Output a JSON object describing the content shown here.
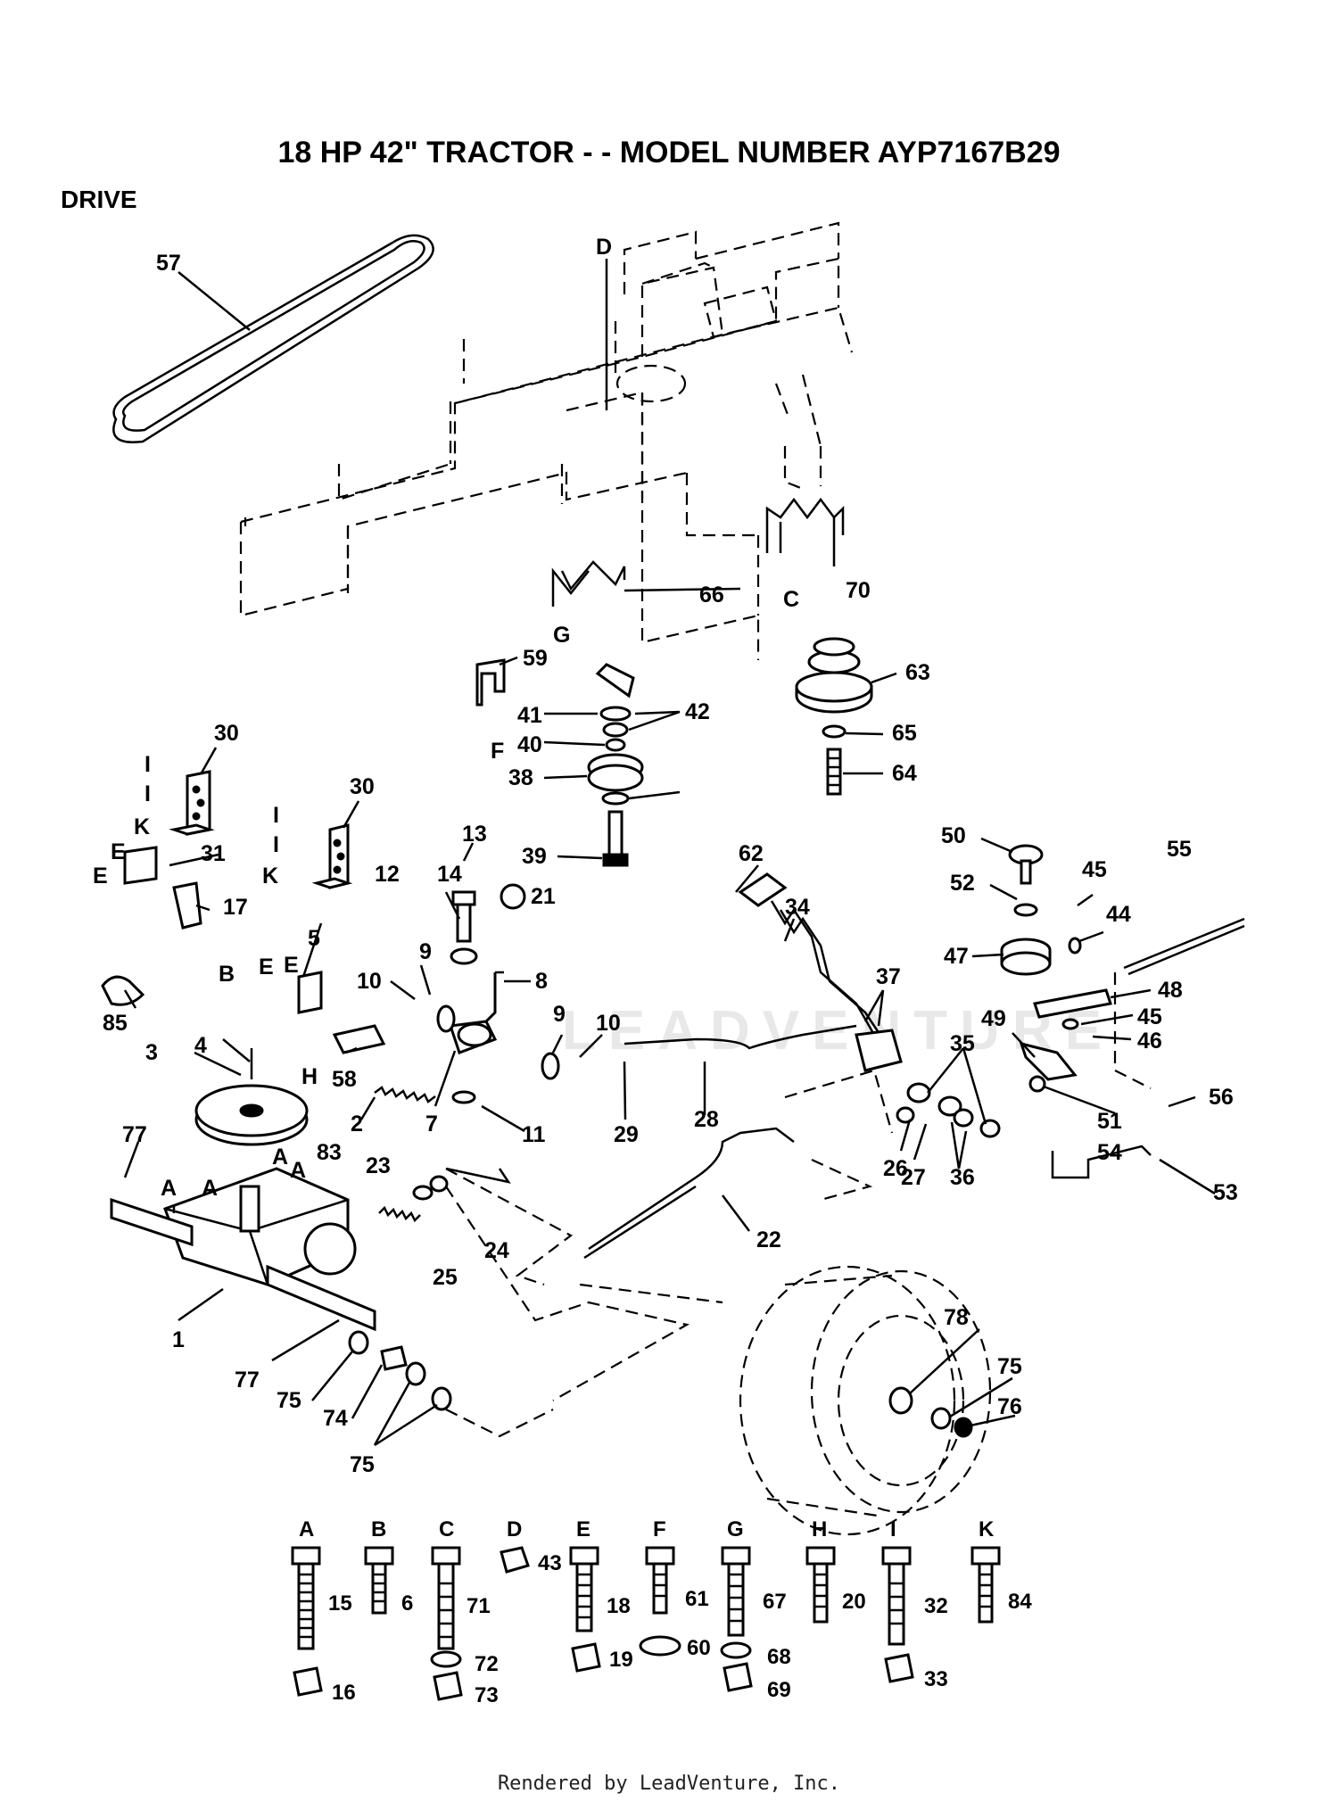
{
  "title": "18 HP 42\" TRACTOR - - MODEL NUMBER AYP7167B29",
  "section": "DRIVE",
  "watermark": "LEADVENTURE",
  "footer": "Rendered by LeadVenture, Inc.",
  "callouts": [
    "57",
    "D",
    "66",
    "G",
    "70",
    "C",
    "59",
    "F",
    "63",
    "65",
    "64",
    "41",
    "42",
    "40",
    "38",
    "39",
    "30",
    "30",
    "I",
    "I",
    "K",
    "I",
    "I",
    "K",
    "13",
    "14",
    "12",
    "21",
    "8",
    "10",
    "9",
    "9",
    "10",
    "31",
    "E",
    "E",
    "17",
    "B",
    "5",
    "E",
    "E",
    "85",
    "4",
    "3",
    "58",
    "H",
    "2",
    "7",
    "11",
    "29",
    "28",
    "62",
    "34",
    "37",
    "50",
    "52",
    "45",
    "44",
    "55",
    "47",
    "48",
    "49",
    "45",
    "46",
    "35",
    "51",
    "26",
    "27",
    "36",
    "54",
    "56",
    "53",
    "22",
    "77",
    "A",
    "A",
    "A",
    "A",
    "83",
    "23",
    "24",
    "25",
    "1",
    "77",
    "75",
    "74",
    "75",
    "78",
    "75",
    "76"
  ],
  "hardware": [
    {
      "letter": "A",
      "parts": [
        "15",
        "16"
      ]
    },
    {
      "letter": "B",
      "parts": [
        "6"
      ]
    },
    {
      "letter": "C",
      "parts": [
        "71",
        "72",
        "73"
      ]
    },
    {
      "letter": "D",
      "parts": [
        "43"
      ]
    },
    {
      "letter": "E",
      "parts": [
        "18",
        "19"
      ]
    },
    {
      "letter": "F",
      "parts": [
        "61",
        "60"
      ]
    },
    {
      "letter": "G",
      "parts": [
        "67",
        "68",
        "69"
      ]
    },
    {
      "letter": "H",
      "parts": [
        "20"
      ]
    },
    {
      "letter": "I",
      "parts": [
        "32",
        "33"
      ]
    },
    {
      "letter": "K",
      "parts": [
        "84"
      ]
    }
  ]
}
